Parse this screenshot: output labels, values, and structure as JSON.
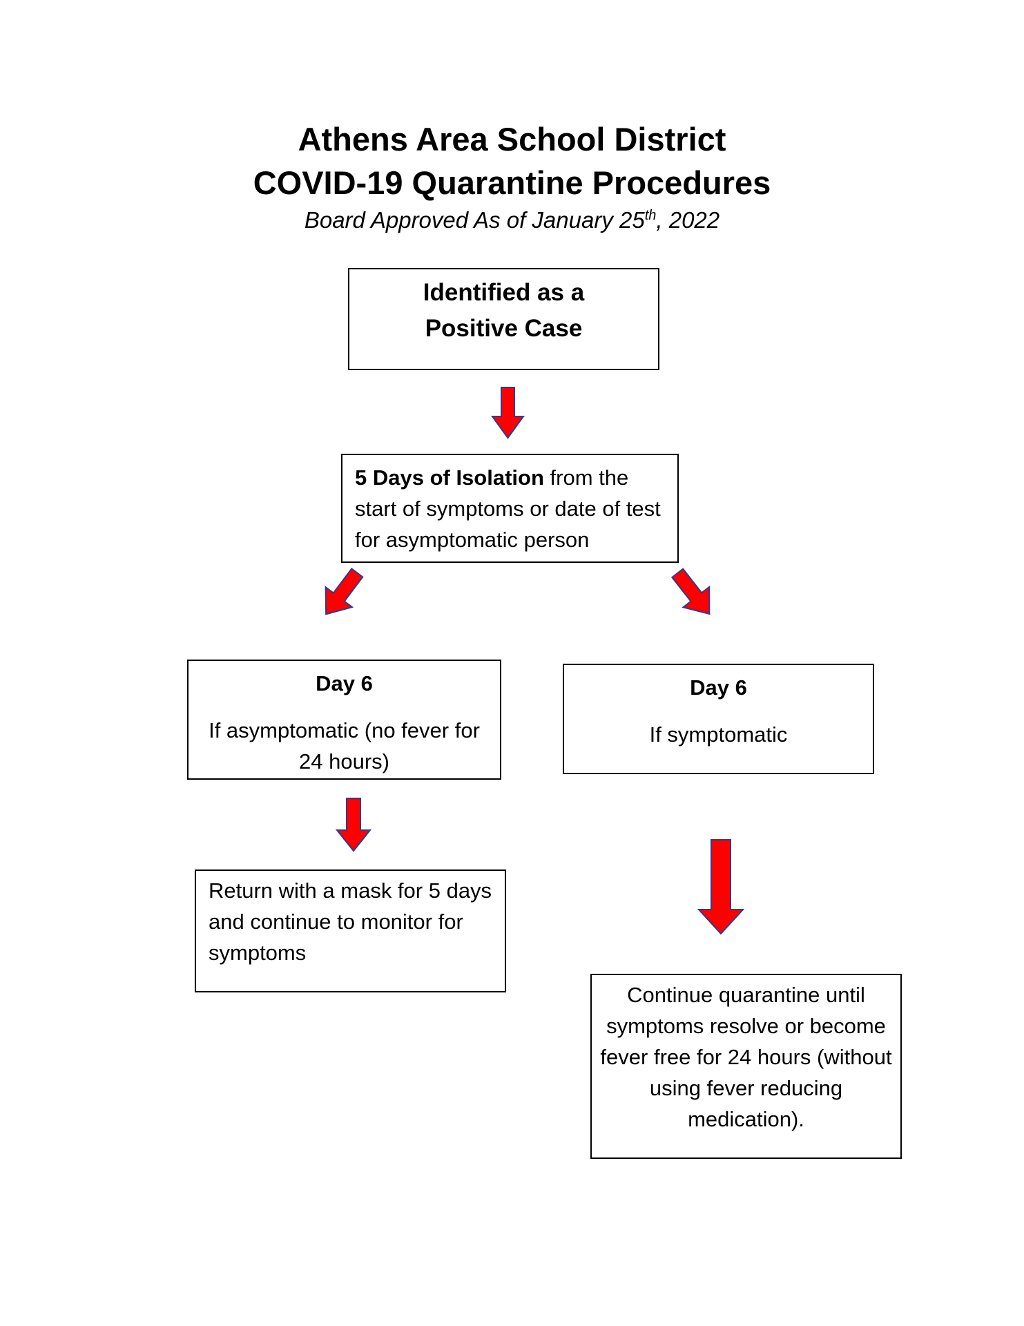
{
  "header": {
    "title_line1": "Athens Area School District",
    "title_line2": "COVID-19 Quarantine Procedures",
    "subtitle_prefix": "Board Approved As of January 25",
    "subtitle_sup": "th",
    "subtitle_suffix": ", 2022"
  },
  "nodes": {
    "positive": {
      "line1": "Identified as a",
      "line2": "Positive Case"
    },
    "isolation": {
      "bold": "5 Days of Isolation",
      "rest": " from the start of symptoms or date of test for asymptomatic person"
    },
    "asymptomatic": {
      "heading": "Day 6",
      "text": "If asymptomatic (no fever for 24 hours)"
    },
    "symptomatic": {
      "heading": "Day 6",
      "text": "If symptomatic"
    },
    "return": {
      "text": "Return with a mask for 5 days and continue to monitor for symptoms"
    },
    "continue": {
      "text": "Continue quarantine until symptoms resolve or become fever free for 24 hours (without using fever reducing medication)."
    }
  },
  "colors": {
    "arrow_fill": "#ff0000",
    "arrow_outline": "#2f3b8f",
    "box_border": "#000000"
  }
}
